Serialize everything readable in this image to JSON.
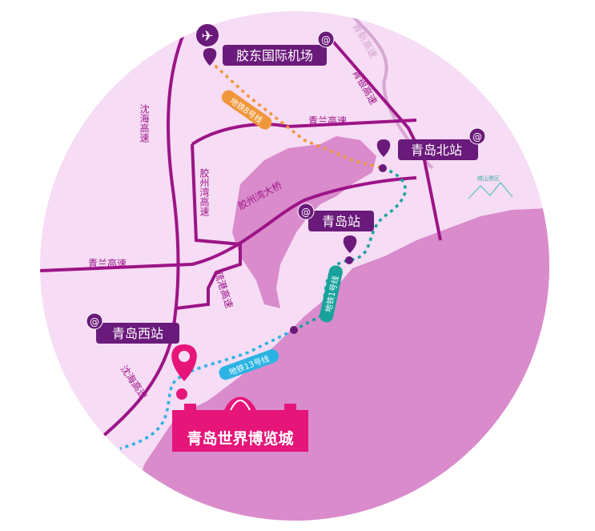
{
  "colors": {
    "circle": "#f6dcf4",
    "land": "#d98bcc",
    "road": "#9c1487",
    "station_bg": "#6a1a7a",
    "metro8": "#f0973a",
    "metro1": "#17a39b",
    "metro13": "#2bb3e3",
    "expo": "#e6157a"
  },
  "stations": {
    "airport": "胶东国际机场",
    "north": "青岛北站",
    "qingdao": "青岛站",
    "west": "青岛西站"
  },
  "roads": {
    "shenhai_top": "沈海高速",
    "shenhai_bottom": "沈海高速",
    "qinglan_top": "青兰高速",
    "qinglan_left": "青兰高速",
    "jiaozhouwan_expy": "胶州湾高速",
    "jiaozhouwan_bridge": "胶州湾大桥",
    "qingxin": "青新高速",
    "qingyin": "青银高速",
    "shugang": "疏港高速"
  },
  "metro": {
    "line8": "地铁8号线",
    "line1": "地铁1号线",
    "line13": "地铁13号线"
  },
  "scenic": "崂山景区",
  "destination": "青岛世界博览城"
}
